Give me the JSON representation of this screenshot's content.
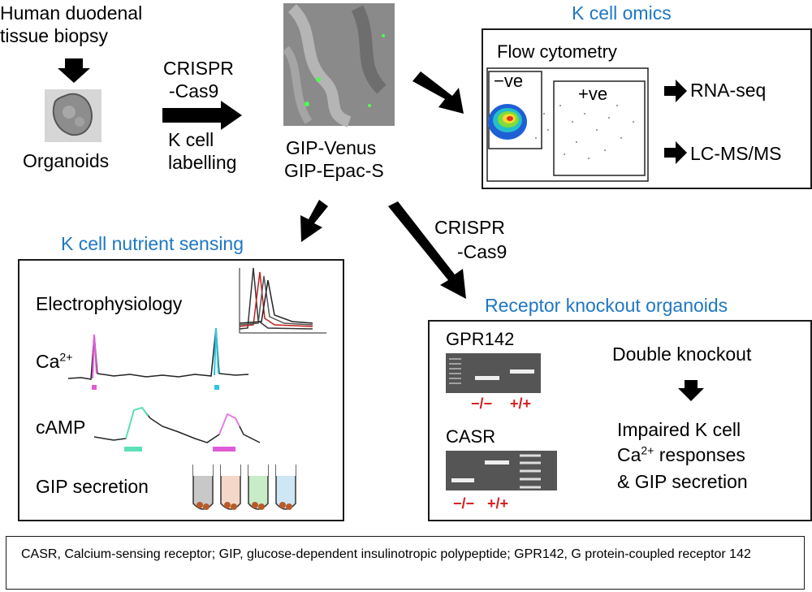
{
  "top": {
    "biopsy_line1": "Human duodenal",
    "biopsy_line2": "tissue biopsy",
    "organoids": "Organoids",
    "crispr1_line1": "CRISPR",
    "crispr1_line2": "-Cas9",
    "labelling_line1": "K cell",
    "labelling_line2": "labelling",
    "reporter1": "GIP-Venus",
    "reporter2": "GIP-Epac-S"
  },
  "omics": {
    "title": "K cell omics",
    "flow": "Flow cytometry",
    "neg": "−ve",
    "pos": "+ve",
    "rnaseq": "RNA-seq",
    "lcms": "LC-MS/MS"
  },
  "crispr2": {
    "line1": "CRISPR",
    "line2": "-Cas9"
  },
  "sensing": {
    "title": "K cell nutrient sensing",
    "ephys": "Electrophysiology",
    "ca": "Ca",
    "ca_sup": "2+",
    "camp": "cAMP",
    "gip": "GIP secretion"
  },
  "knockout": {
    "title": "Receptor knockout organoids",
    "gpr142": "GPR142",
    "casr": "CASR",
    "ko_label": "−/−",
    "wt_label": "+/+",
    "double": "Double knockout",
    "impaired1": "Impaired K cell",
    "impaired2_pre": "Ca",
    "impaired2_sup": "2+",
    "impaired2_post": " responses",
    "impaired3": "& GIP secretion"
  },
  "footnote": "CASR, Calcium-sensing receptor; GIP, glucose-dependent insulinotropic polypeptide; GPR142, G protein-coupled receptor 142"
}
